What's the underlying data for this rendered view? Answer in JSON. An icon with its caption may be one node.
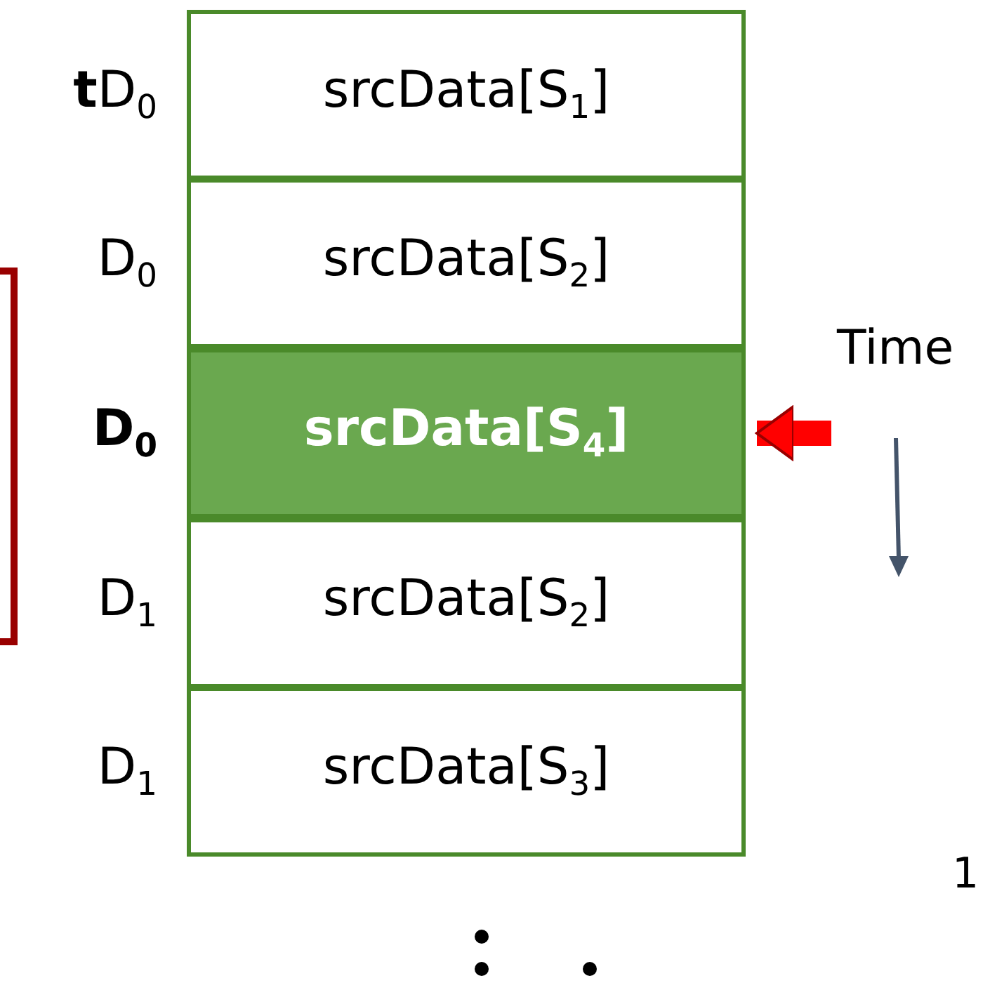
{
  "diagram": {
    "nodes": [
      {
        "text": [
          "srcData[S$_{1}$]"
        ],
        "beside": [
          "**t**D$_{0}$"
        ]
      },
      {
        "text": [
          "srcData[S$_{2}$]"
        ],
        "beside": [
          "D$_{0}$"
        ]
      },
      {
        "text": [
          "**srcData[S$_{4}$]**"
        ],
        "beside": [
          "**D$_{0}$**"
        ]
      },
      {
        "text": [
          "srcData[S$_{2}$]"
        ],
        "beside": [
          "D$_{1}$"
        ]
      },
      {
        "text": [
          "srcData[S$_{3}$]"
        ],
        "beside": [
          "D$_{1}$"
        ]
      }
    ],
    "edges": [
      {
        "from": null,
        "to": 2,
        "arrow": "to",
        "color": "#ff0000"
      }
    ],
    "labels": [
      "Time",
      "1"
    ]
  }
}
